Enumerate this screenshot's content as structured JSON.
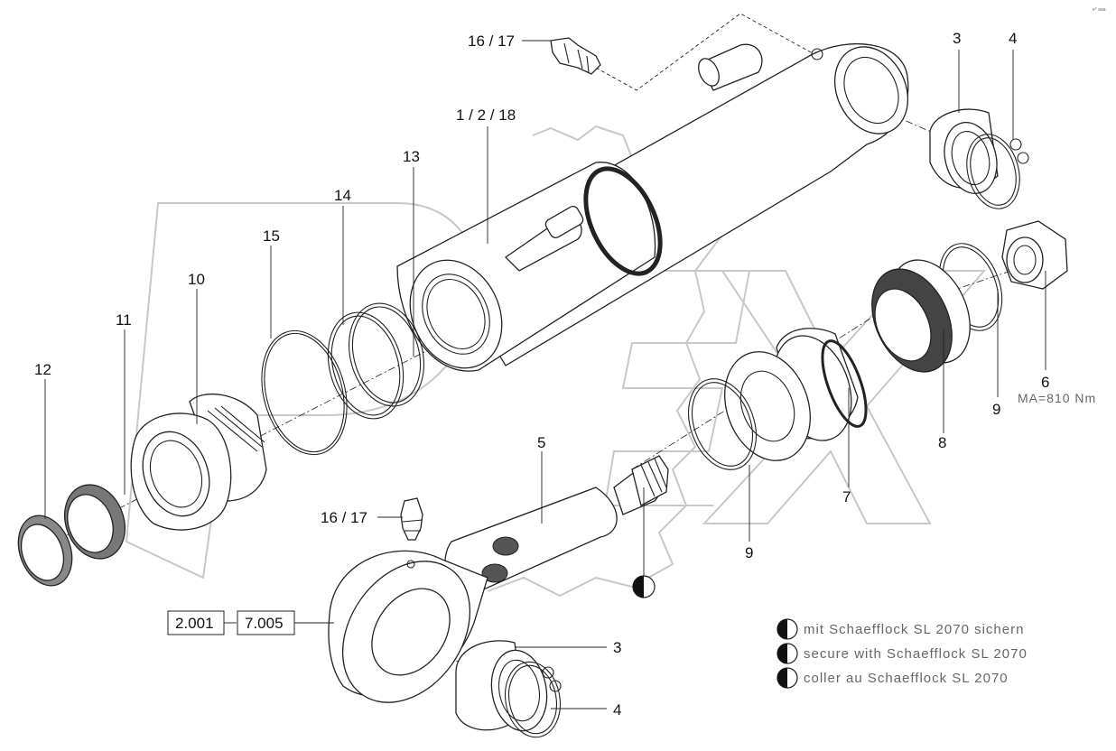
{
  "corner_code": "e° aaa",
  "watermark": "OPEX",
  "labels": {
    "p16_17_top": "16 / 17",
    "p1_2_18": "1 / 2 / 18",
    "p3_top": "3",
    "p4_top": "4",
    "p13": "13",
    "p14": "14",
    "p15": "15",
    "p10": "10",
    "p11": "11",
    "p12": "12",
    "p6": "6",
    "p9_right": "9",
    "p8": "8",
    "p7": "7",
    "p5": "5",
    "p9_mid": "9",
    "p16_17_bottom": "16 / 17",
    "p3_bottom": "3",
    "p4_bottom": "4",
    "ref_a": "2.001",
    "ref_b": "7.005"
  },
  "torque": "MA=810 Nm",
  "legend": [
    "mit Schaefflock SL 2070 sichern",
    "secure with Schaefflock SL 2070",
    "coller au Schaefflock SL 2070"
  ]
}
